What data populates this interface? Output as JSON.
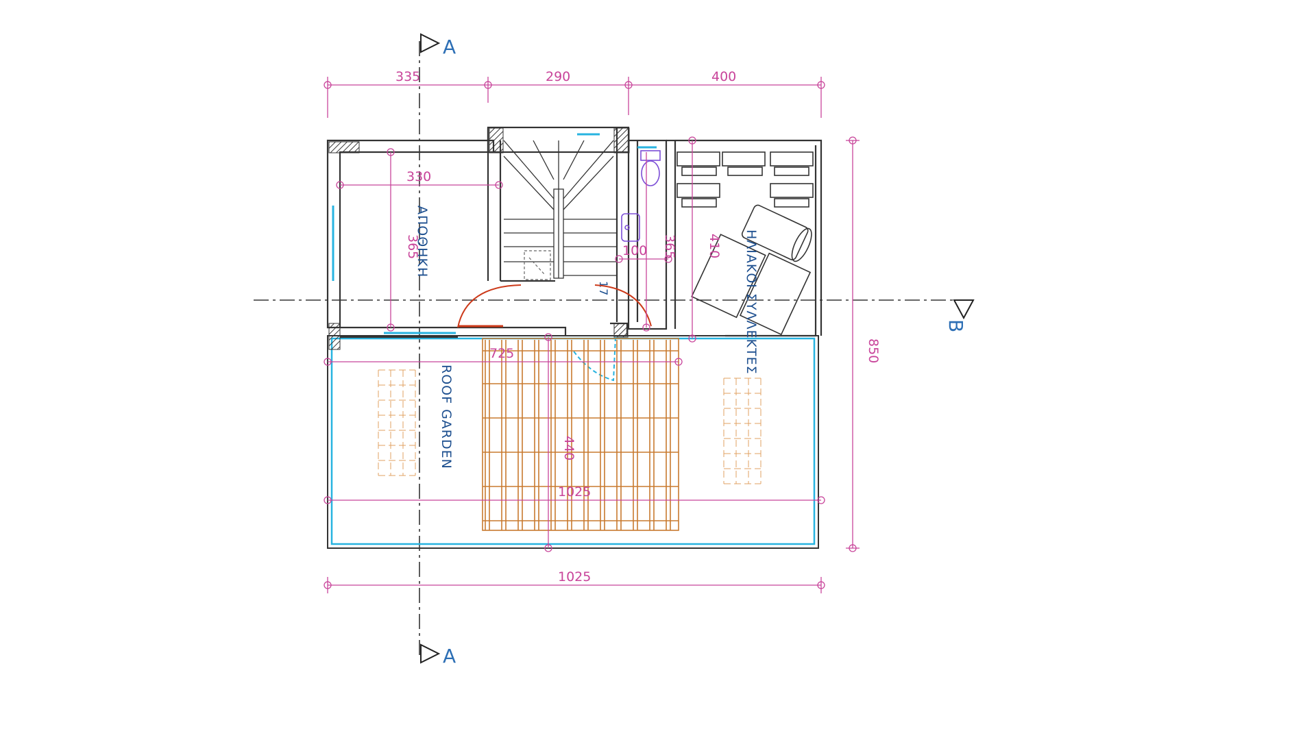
{
  "plan": {
    "section_markers": {
      "a": "A",
      "b": "B"
    },
    "rooms": {
      "storage": "ΑΠΟΘΗΚΗ",
      "solar": "ΗΛΙΑΚΟΙ ΣΥΛΛΕΚΤΕΣ",
      "roof_garden": "ROOF GARDEN"
    },
    "dimensions": {
      "top_1": "335",
      "top_2": "290",
      "top_3": "400",
      "storage_width": "330",
      "storage_height": "365",
      "wc_height": "365",
      "wc_width": "100",
      "solar_height": "410",
      "total_height": "850",
      "terrace_width": "725",
      "terrace_depth": "440",
      "inner_width": "1025",
      "bottom_width": "1025",
      "stair_tag": "17"
    }
  }
}
